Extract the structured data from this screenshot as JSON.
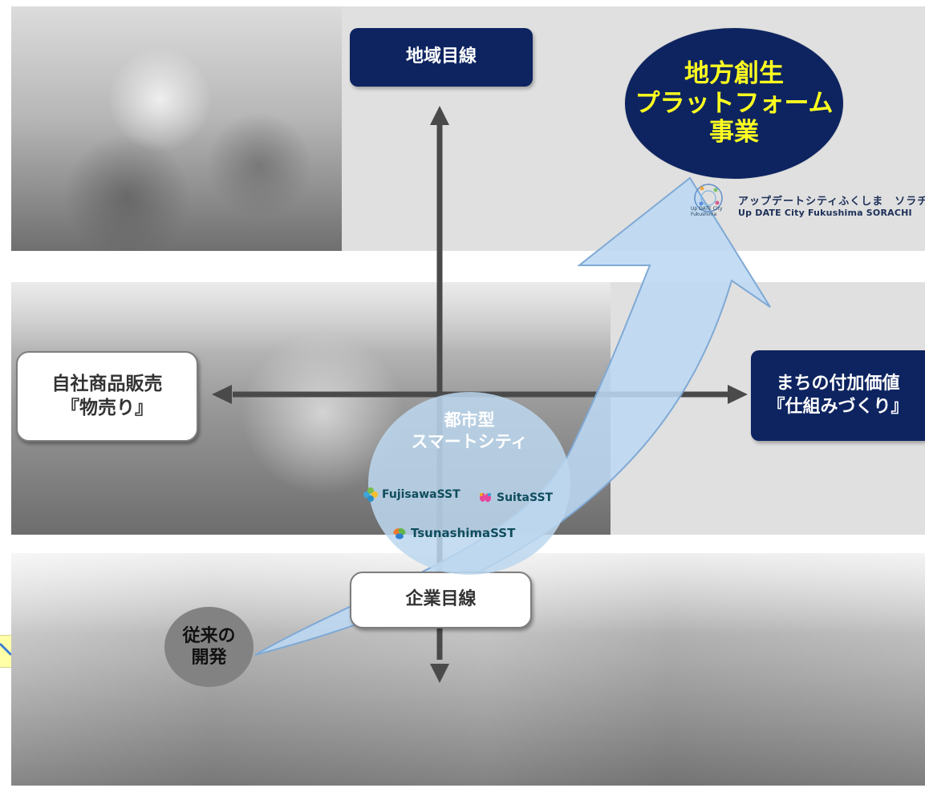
{
  "top_box": {
    "label": "地域目線"
  },
  "right_box": {
    "label": "まちの付加価値\n『仕組みづくり』"
  },
  "left_box": {
    "label": "自社商品販売\n『物売り』"
  },
  "bottom_box": {
    "label": "企業目線"
  },
  "top_circle": {
    "label": "地方創生\nプラットフォーム\n事業"
  },
  "smart_city": {
    "label": "都市型\nスマートシティ",
    "logos": {
      "fujisawa": "FujisawaSST",
      "suita": "SuitaSST",
      "tsunashima": "TsunashimaSST"
    }
  },
  "small_circle": {
    "label": "従来の\n開発"
  },
  "fukushima_logo": {
    "mark_text": "Up DATE City\nFukushima",
    "jp_text": "アップデートシティふくしま　ソラチ",
    "en_text": "Up DATE City Fukushima SORACHI"
  },
  "colors": {
    "navy": "#0d2460",
    "yellow": "#ffff20",
    "light_blue": "#bdd7ef",
    "arrow": "#4a4a4a"
  },
  "icons": {
    "up_arrow": "arrow-up-icon",
    "down_arrow": "arrow-down-icon",
    "left_arrow": "arrow-left-icon",
    "right_arrow": "arrow-right-icon",
    "curve_arrow": "curved-up-arrow-icon"
  }
}
